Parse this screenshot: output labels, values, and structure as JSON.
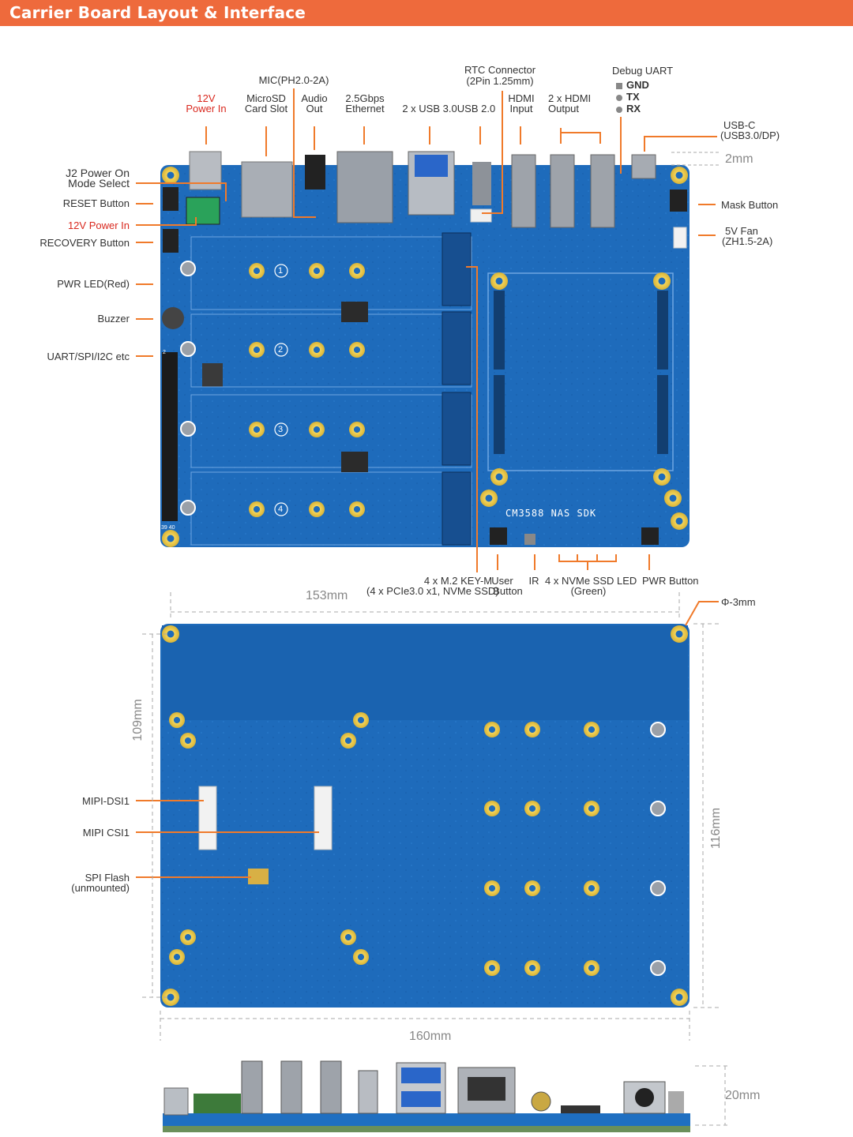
{
  "header": {
    "title": "Carrier Board Layout & Interface"
  },
  "top_labels": {
    "mic": "MIC(PH2.0-2A)",
    "rtc_line1": "RTC Connector",
    "rtc_line2": "(2Pin 1.25mm)",
    "debug_uart": "Debug UART",
    "debug_gnd": "GND",
    "debug_tx": "TX",
    "debug_rx": "RX",
    "power_12v_line1": "12V",
    "power_12v_line2": "Power In",
    "microsd_line1": "MicroSD",
    "microsd_line2": "Card Slot",
    "audio_line1": "Audio",
    "audio_line2": "Out",
    "ethernet_line1": "2.5Gbps",
    "ethernet_line2": "Ethernet",
    "usb30": "2 x USB 3.0",
    "usb20": "USB 2.0",
    "hdmi_in_line1": "HDMI",
    "hdmi_in_line2": "Input",
    "hdmi_out_line1": "2 x HDMI",
    "hdmi_out_line2": "Output",
    "usbc_line1": "USB-C",
    "usbc_line2": "(USB3.0/DP)"
  },
  "left_labels": {
    "j2_line1": "J2 Power On",
    "j2_line2": "Mode Select",
    "reset": "RESET Button",
    "power_12v": "12V Power In",
    "recovery": "RECOVERY Button",
    "pwr_led": "PWR LED(Red)",
    "buzzer": "Buzzer",
    "uart": "UART/SPI/I2C etc"
  },
  "right_labels": {
    "mask": "Mask Button",
    "fan_line1": "5V Fan",
    "fan_line2": "(ZH1.5-2A)",
    "hole": "Φ-3mm"
  },
  "bottom_labels": {
    "m2_line1": "4 x M.2 KEY-M",
    "m2_line2": "(4 x PCIe3.0 x1, NVMe SSD)",
    "user_line1": "User",
    "user_line2": "Button",
    "ir": "IR",
    "led_line1": "4 x NVMe SSD LED",
    "led_line2": "(Green)",
    "pwr_button": "PWR Button"
  },
  "back_labels": {
    "mipi_dsi": "MIPI-DSI1",
    "mipi_csi": "MIPI CSI1",
    "spi_line1": "SPI Flash",
    "spi_line2": "(unmounted)"
  },
  "dimensions": {
    "d2mm": "2mm",
    "d153": "153mm",
    "d109": "109mm",
    "d116": "116mm",
    "d160": "160mm",
    "d20": "20mm"
  },
  "board": {
    "silkscreen": "CM3588 NAS SDK",
    "slots": [
      "1",
      "2",
      "3",
      "4"
    ],
    "pin_top": "2",
    "pin_bottom": "39 40"
  },
  "colors": {
    "accent": "#ee6a3c",
    "pcb": "#1f6fc1",
    "pcb_dark": "#155aa3",
    "label_red": "#d9281e",
    "leader": "#f07a2a",
    "gold": "#e8c84a"
  }
}
